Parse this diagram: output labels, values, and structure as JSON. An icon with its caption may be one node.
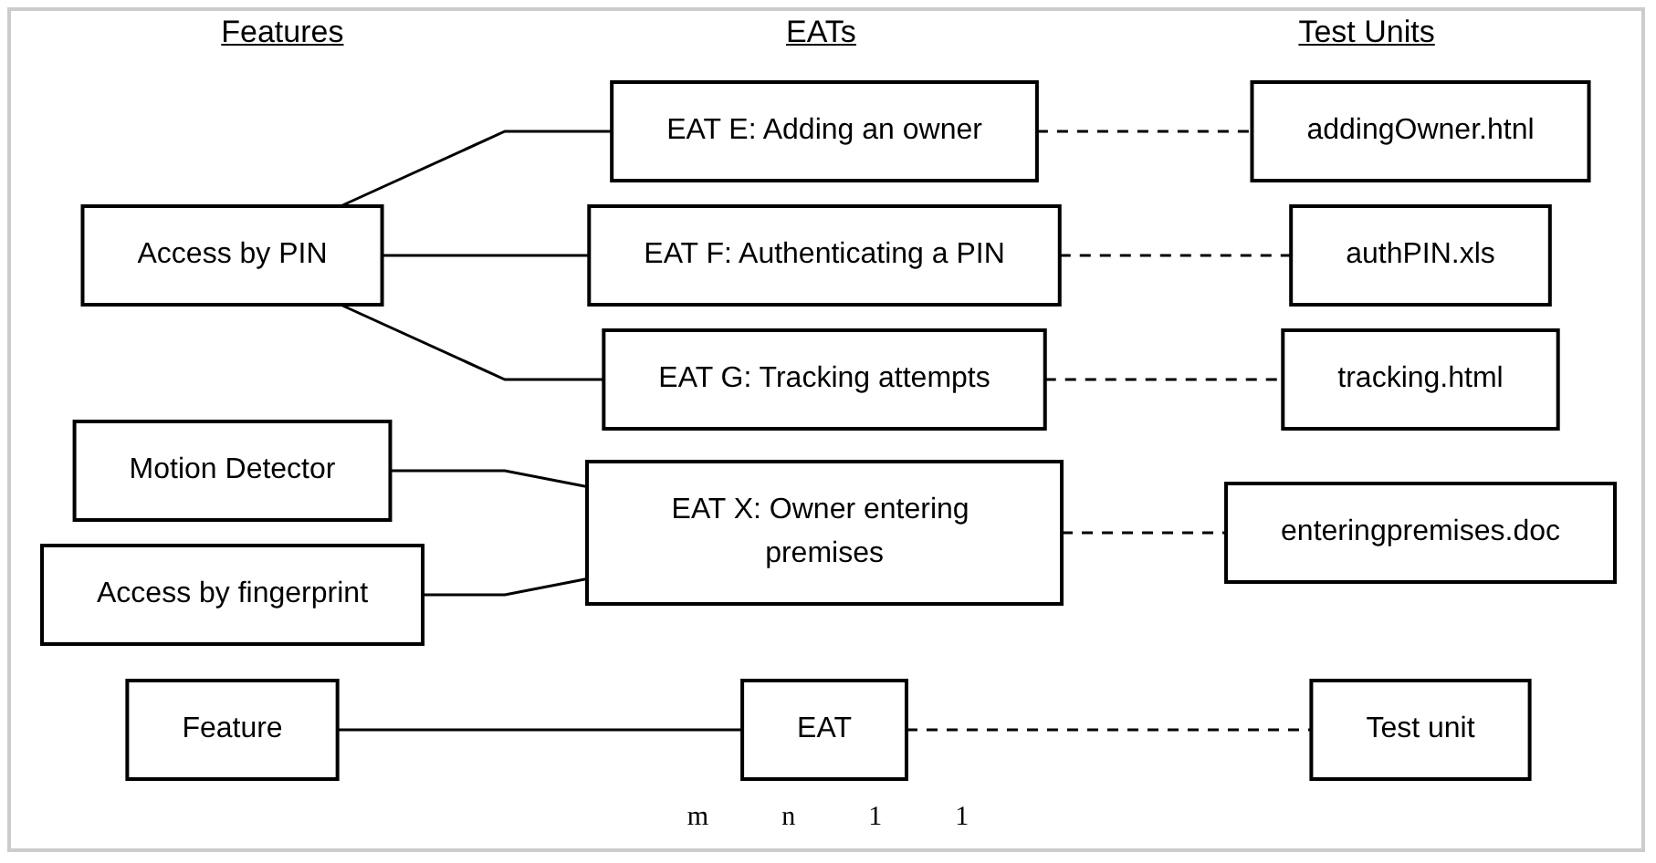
{
  "diagram": {
    "nodes": [
      {
        "text": [
          "Access by PIN"
        ]
      },
      {
        "text": [
          "EAT E: Adding an owner"
        ]
      },
      {
        "text": [
          "addingOwner.htnl"
        ]
      },
      {
        "text": [
          "EAT F: Authenticating a PIN"
        ]
      },
      {
        "text": [
          "authPIN.xls"
        ]
      },
      {
        "text": [
          "EAT G: Tracking attempts"
        ]
      },
      {
        "text": [
          "tracking.html"
        ]
      },
      {
        "text": [
          "Motion Detector"
        ]
      },
      {
        "text": [
          "Access by fingerprint"
        ]
      },
      {
        "text": [
          "EAT X: Owner entering premises"
        ]
      },
      {
        "text": [
          "enteringpremises.doc"
        ]
      },
      {
        "text": [
          "Feature"
        ]
      },
      {
        "text": [
          "EAT"
        ]
      },
      {
        "text": [
          "Test unit"
        ]
      }
    ],
    "edges": [
      {
        "from": 0,
        "to": 1,
        "arrow": "none"
      },
      {
        "from": 0,
        "to": 3,
        "arrow": "none"
      },
      {
        "from": 0,
        "to": 5,
        "arrow": "none"
      },
      {
        "from": 1,
        "to": 2,
        "arrow": "none",
        "style": "dashed"
      },
      {
        "from": 3,
        "to": 4,
        "arrow": "none",
        "style": "dashed"
      },
      {
        "from": 5,
        "to": 6,
        "arrow": "none",
        "style": "dashed"
      },
      {
        "from": 7,
        "to": 9,
        "arrow": "none"
      },
      {
        "from": 8,
        "to": 9,
        "arrow": "none"
      },
      {
        "from": 9,
        "to": 10,
        "arrow": "none",
        "style": "dashed"
      },
      {
        "from": 11,
        "to": 12,
        "arrow": "none"
      },
      {
        "from": 12,
        "to": 13,
        "arrow": "none",
        "style": "dashed"
      }
    ],
    "labels": [
      "Features",
      "EATs",
      "Test Units",
      "m",
      "n",
      "1",
      "1"
    ]
  }
}
